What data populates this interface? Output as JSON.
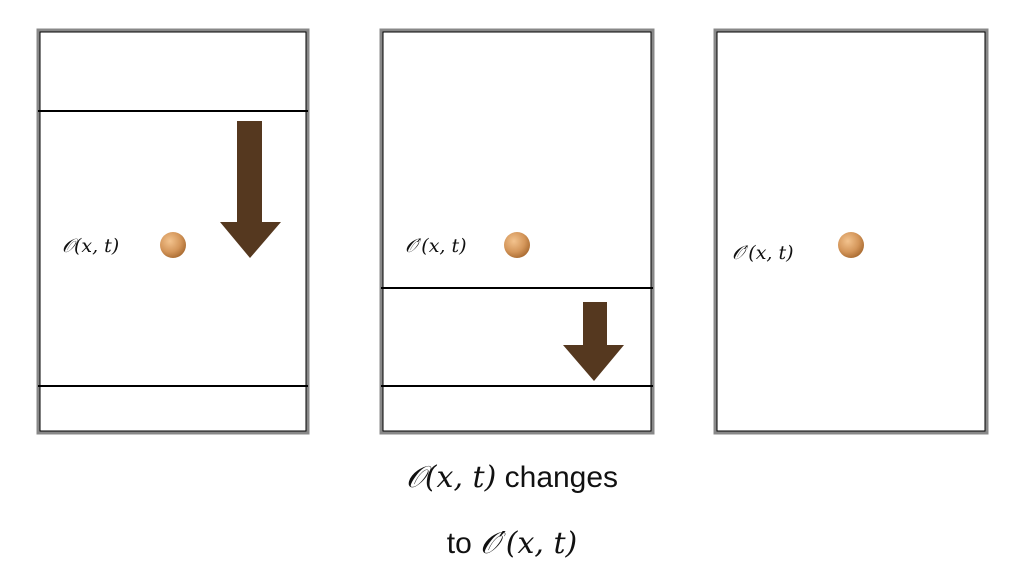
{
  "panels": [
    {
      "label": "𝒪(x, t)"
    },
    {
      "label": "𝒪′(x, t)"
    },
    {
      "label": "𝒪′(x, t)"
    }
  ],
  "caption": {
    "line1_math": "𝒪(x, t)",
    "line1_text": " changes",
    "line2_text": "to ",
    "line2_math": "𝒪′(x, t)"
  },
  "colors": {
    "arrow": "#55381f",
    "ball": "#d4965a",
    "frame": "#000000"
  }
}
